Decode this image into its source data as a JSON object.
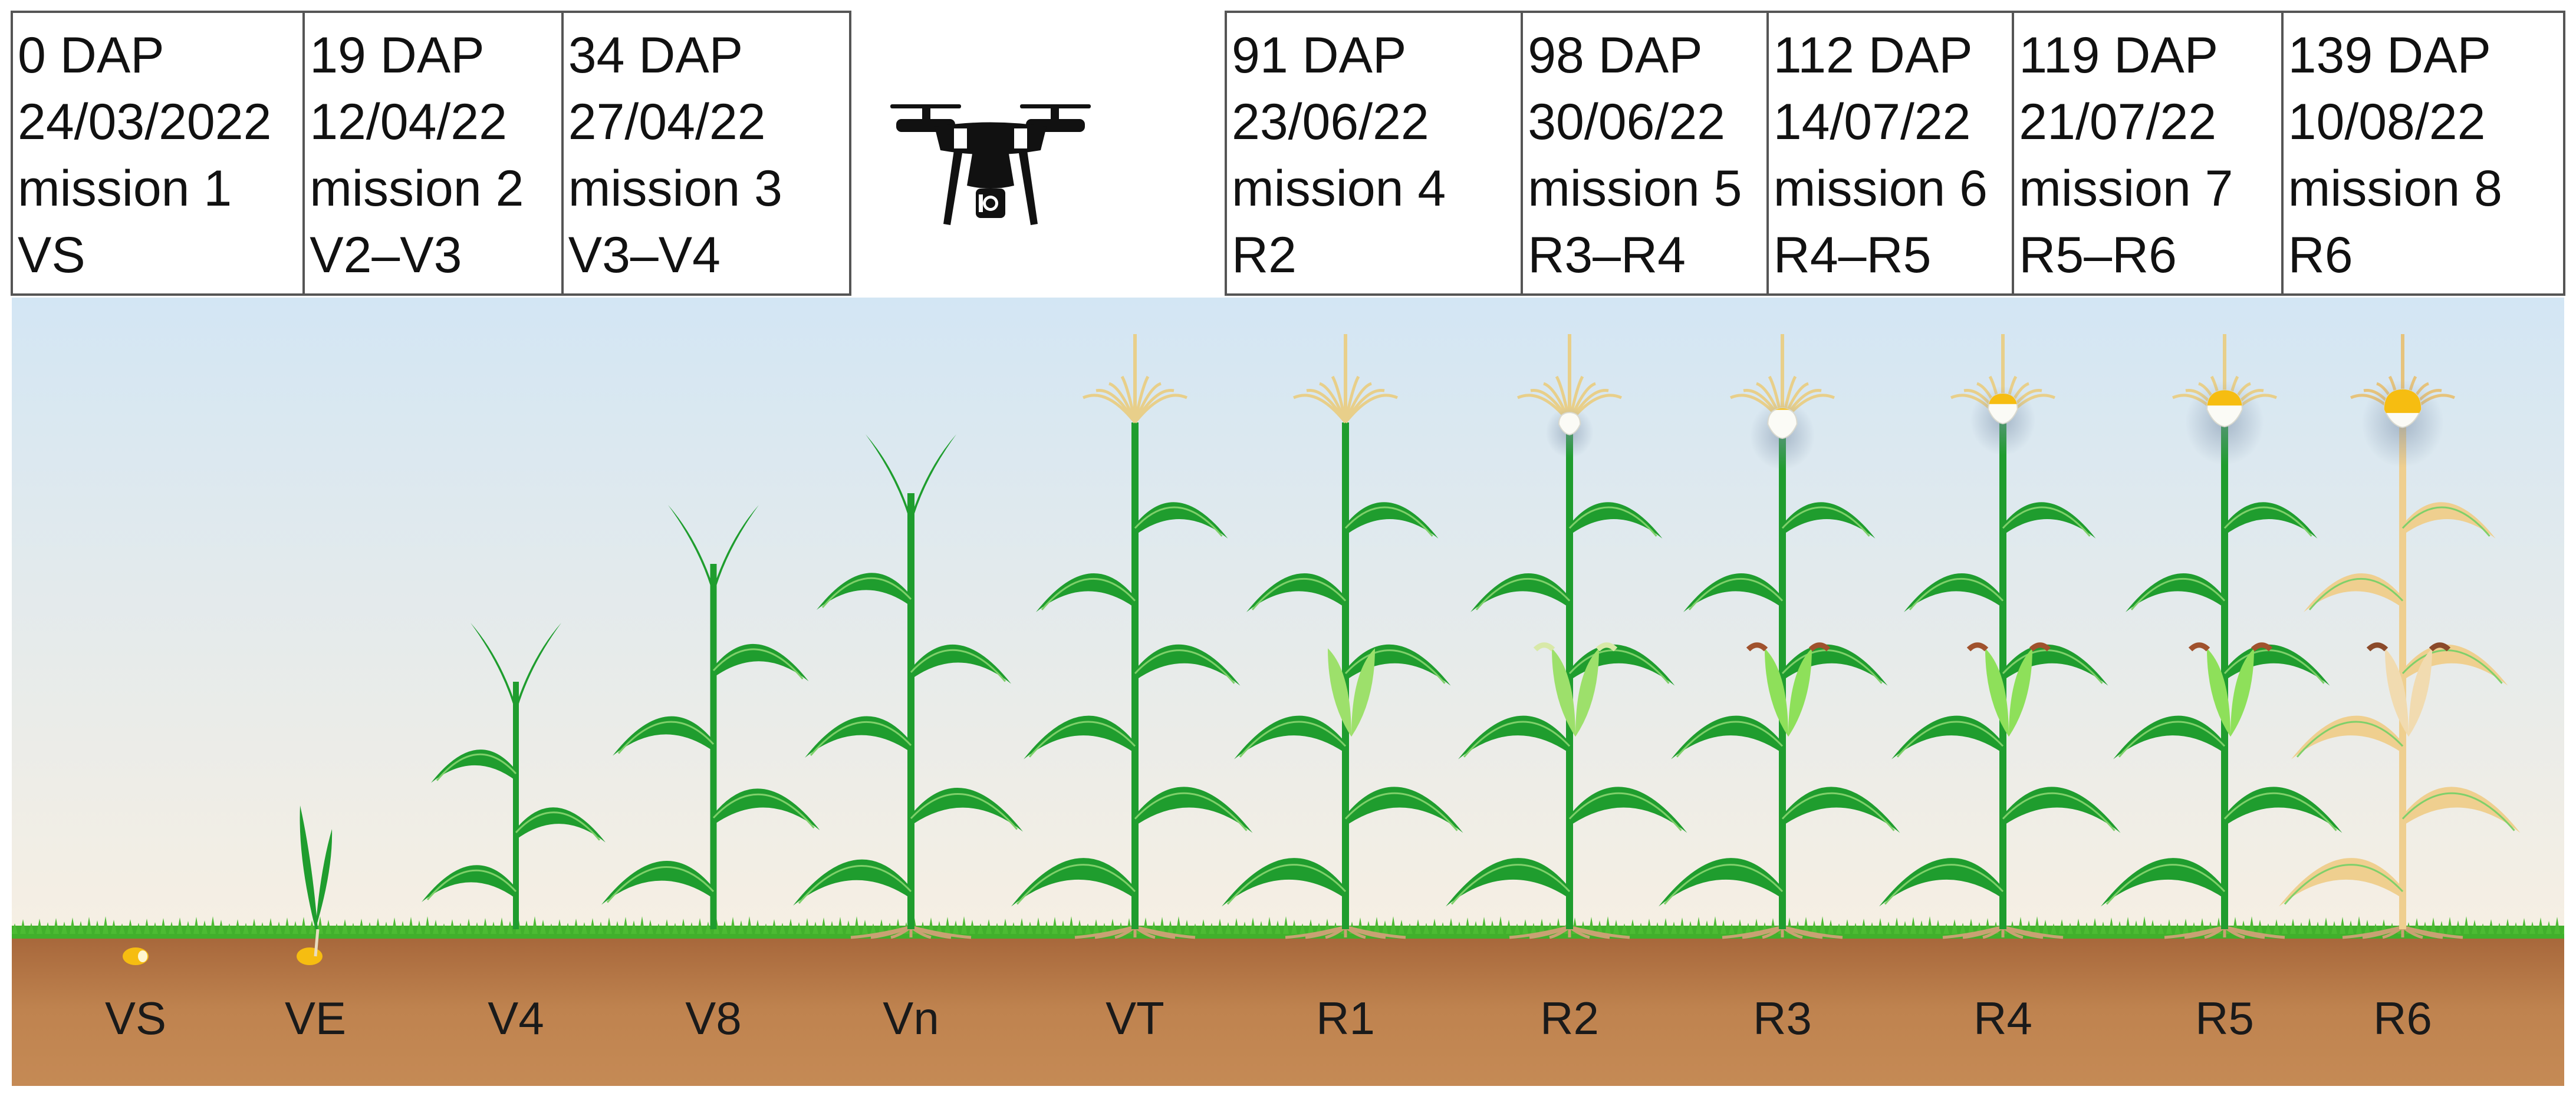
{
  "missions_left": [
    {
      "dap": "0 DAP",
      "date": "24/03/2022",
      "mission": "mission 1",
      "stage": "VS"
    },
    {
      "dap": "19 DAP",
      "date": "12/04/22",
      "mission": "mission 2",
      "stage": "V2–V3"
    },
    {
      "dap": "34 DAP",
      "date": "27/04/22",
      "mission": "mission 3",
      "stage": "V3–V4"
    }
  ],
  "missions_right": [
    {
      "dap": "91 DAP",
      "date": "23/06/22",
      "mission": "mission 4",
      "stage": "R2"
    },
    {
      "dap": "98 DAP",
      "date": "30/06/22",
      "mission": "mission 5",
      "stage": "R3–R4"
    },
    {
      "dap": "112 DAP",
      "date": "14/07/22",
      "mission": "mission 6",
      "stage": "R4–R5"
    },
    {
      "dap": "119 DAP",
      "date": "21/07/22",
      "mission": "mission 7",
      "stage": "R5–R6"
    },
    {
      "dap": "139 DAP",
      "date": "10/08/22",
      "mission": "mission 8",
      "stage": "R6"
    }
  ],
  "growth_stages": [
    "VS",
    "VE",
    "V4",
    "V8",
    "Vn",
    "VT",
    "R1",
    "R2",
    "R3",
    "R4",
    "R5",
    "R6"
  ],
  "icons": {
    "drone": "drone-icon"
  },
  "colors": {
    "sky_top": "#d6e7f4",
    "sky_bottom": "#f5efe2",
    "soil": "#b87845",
    "soil_dark": "#9a5f33",
    "grass": "#3fae2a",
    "leaf": "#1f9d2e",
    "leaf_light": "#8ee05a",
    "tassel": "#e8cf8a",
    "kernel": "#f6bd11",
    "dry_plant": "#efcf8f",
    "table_border": "#555555"
  }
}
